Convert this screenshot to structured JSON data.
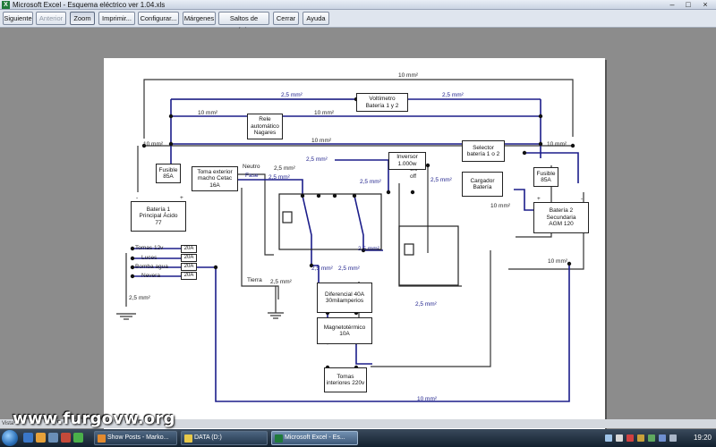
{
  "window": {
    "app_icon": "X",
    "title": "Microsoft Excel - Esquema eléctrico ver 1.04.xls",
    "controls": [
      "–",
      "□",
      "×"
    ]
  },
  "toolbar": {
    "next": "Siguiente",
    "previous": "Anterior",
    "zoom": "Zoom",
    "print": "Imprimir...",
    "setup": "Configurar...",
    "margins": "Márgenes",
    "page_breaks": "Saltos de página",
    "close": "Cerrar",
    "help": "Ayuda"
  },
  "diagram": {
    "wires": {
      "w10_top": "10 mm²",
      "w25_a": "2,5 mm²",
      "w25_b": "2,5 mm²",
      "w10_a": "10 mm²",
      "w10_b": "10 mm²",
      "w10_left": "10 mm²",
      "w10_mid": "10 mm²",
      "w10_right": "10 mm²",
      "neutro": "Neutro",
      "fase": "Fase",
      "w25_c": "2,5 mm²",
      "w25_d": "2,5 mm²",
      "w25_e": "2,5 mm²",
      "w25_f": "2,5 mm²",
      "w25_g": "2,5 mm²",
      "w10_sel": "10 mm²",
      "w25_h": "2,5 mm²",
      "w25_i": "2,5 mm²",
      "w25_j": "2,5 mm²",
      "tierra": "Tierra",
      "w25_k": "2,5 mm²",
      "w25_l": "2,5 mm²",
      "w10_right2": "10 mm²",
      "w10_bottom": "10 mm²",
      "w25_left": "2,5 mm²",
      "onoff_on": "on/",
      "onoff_off": "off"
    },
    "boxes": {
      "voltmeter": "Voltímetro\nBatería 1 y 2",
      "relay": "Rele\nautomático\nNagares",
      "selector": "Selector\nbatería 1 o 2",
      "fuse1": "Fusible\n85A",
      "fuse2": "Fusible\n85A",
      "shore": "Toma exterior\nmacho Cetac\n16A",
      "inverter": "Inversor\n1.000w",
      "charger": "Cargador\nBatería",
      "battery1": "Batería 1\nPrincipal Ácido\n77",
      "battery2": "Batería 2\nSecundaria\nAGM 120",
      "differential": "Diferencial 40A\n30milamperios",
      "breaker": "Magnetotérmico\n10A",
      "sockets": "Tomas\ninteriores 220v"
    },
    "loads": [
      {
        "name": "Tomas 12v",
        "fuse": "20A"
      },
      {
        "name": "Luces",
        "fuse": "20A"
      },
      {
        "name": "Bomba agua",
        "fuse": "20A"
      },
      {
        "name": "Nevera",
        "fuse": "20A"
      }
    ],
    "polarity": {
      "minus": "-",
      "plus": "+"
    }
  },
  "statusbar": {
    "text": "Vista"
  },
  "watermark": "www.furgovw.org",
  "taskbar": {
    "tasks": [
      {
        "label": "Show Posts - Marko..."
      },
      {
        "label": "DATA (D:)"
      },
      {
        "label": "Microsoft Excel - Es..."
      }
    ],
    "clock": "19:20"
  }
}
